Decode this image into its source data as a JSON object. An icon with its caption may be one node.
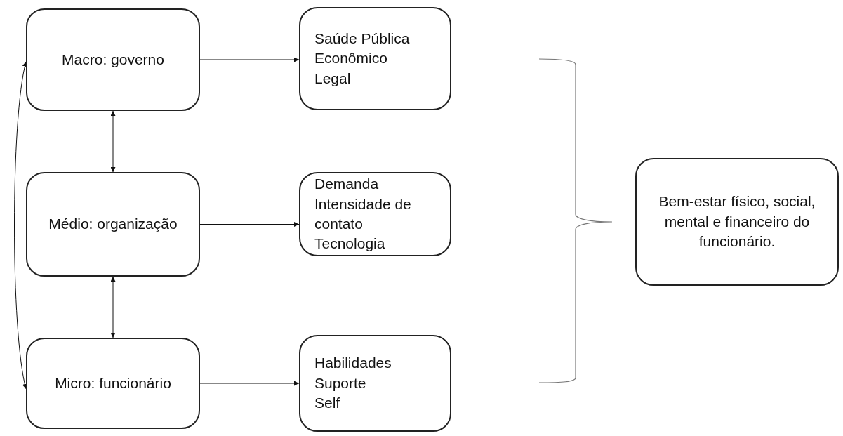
{
  "diagram": {
    "nodes": [
      {
        "text": [
          "Macro: governo"
        ]
      },
      {
        "text": [
          "Médio: organização"
        ]
      },
      {
        "text": [
          "Micro: funcionário"
        ]
      },
      {
        "text": [
          "Saúde Pública",
          "Econômico",
          "Legal"
        ]
      },
      {
        "text": [
          "Demanda",
          "Intensidade de contato",
          "Tecnologia"
        ]
      },
      {
        "text": [
          "Habilidades",
          "Suporte",
          "Self"
        ]
      },
      {
        "text": [
          "Bem-estar físico, social, mental e financeiro do funcionário."
        ]
      }
    ],
    "edges": [
      {
        "from": 0,
        "to": 3,
        "arrow": "to"
      },
      {
        "from": 1,
        "to": 4,
        "arrow": "to"
      },
      {
        "from": 2,
        "to": 5,
        "arrow": "to"
      },
      {
        "from": 0,
        "to": 1,
        "arrow": "both"
      },
      {
        "from": 1,
        "to": 2,
        "arrow": "both"
      },
      {
        "from": 0,
        "to": 2,
        "arrow": "both"
      }
    ]
  }
}
